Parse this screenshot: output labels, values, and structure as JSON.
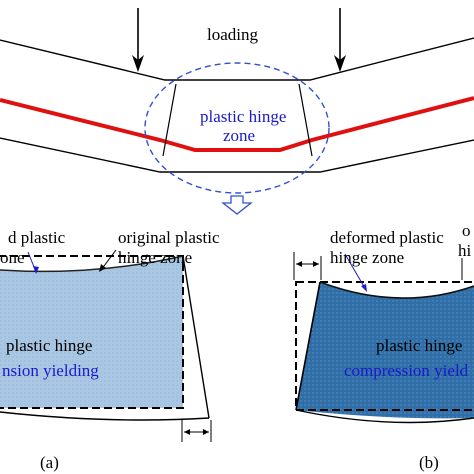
{
  "top": {
    "loading_label": "loading",
    "zone_label_line1": "plastic hinge",
    "zone_label_line2": "zone"
  },
  "panel_a": {
    "deformed_label_line1": "d plastic",
    "deformed_label_line2": "one",
    "original_label_line1": "original plastic",
    "original_label_line2": "hinge zone",
    "inner_label_line1": "plastic hinge",
    "inner_label_line2": "nsion yielding",
    "caption": "(a)"
  },
  "panel_b": {
    "deformed_label_line1": "deformed plastic",
    "deformed_label_line2": "hinge zone",
    "original_label_line1": "o",
    "original_label_line2": "hi",
    "inner_label_line1": "plastic hinge",
    "inner_label_line2": "compression yield",
    "caption": "(b)"
  },
  "colors": {
    "beam_outline": "#000000",
    "neutral_axis": "#e01010",
    "dashed_zone": "#3050d0",
    "label_blue": "#1a1acc",
    "tension_fill": "#a9c7e2",
    "compression_fill": "#2f6ea6",
    "frame_dash": "#000000"
  },
  "icons": {
    "down_arrow": "hollow-down-arrow-icon",
    "load_arrow": "load-arrow-icon"
  }
}
